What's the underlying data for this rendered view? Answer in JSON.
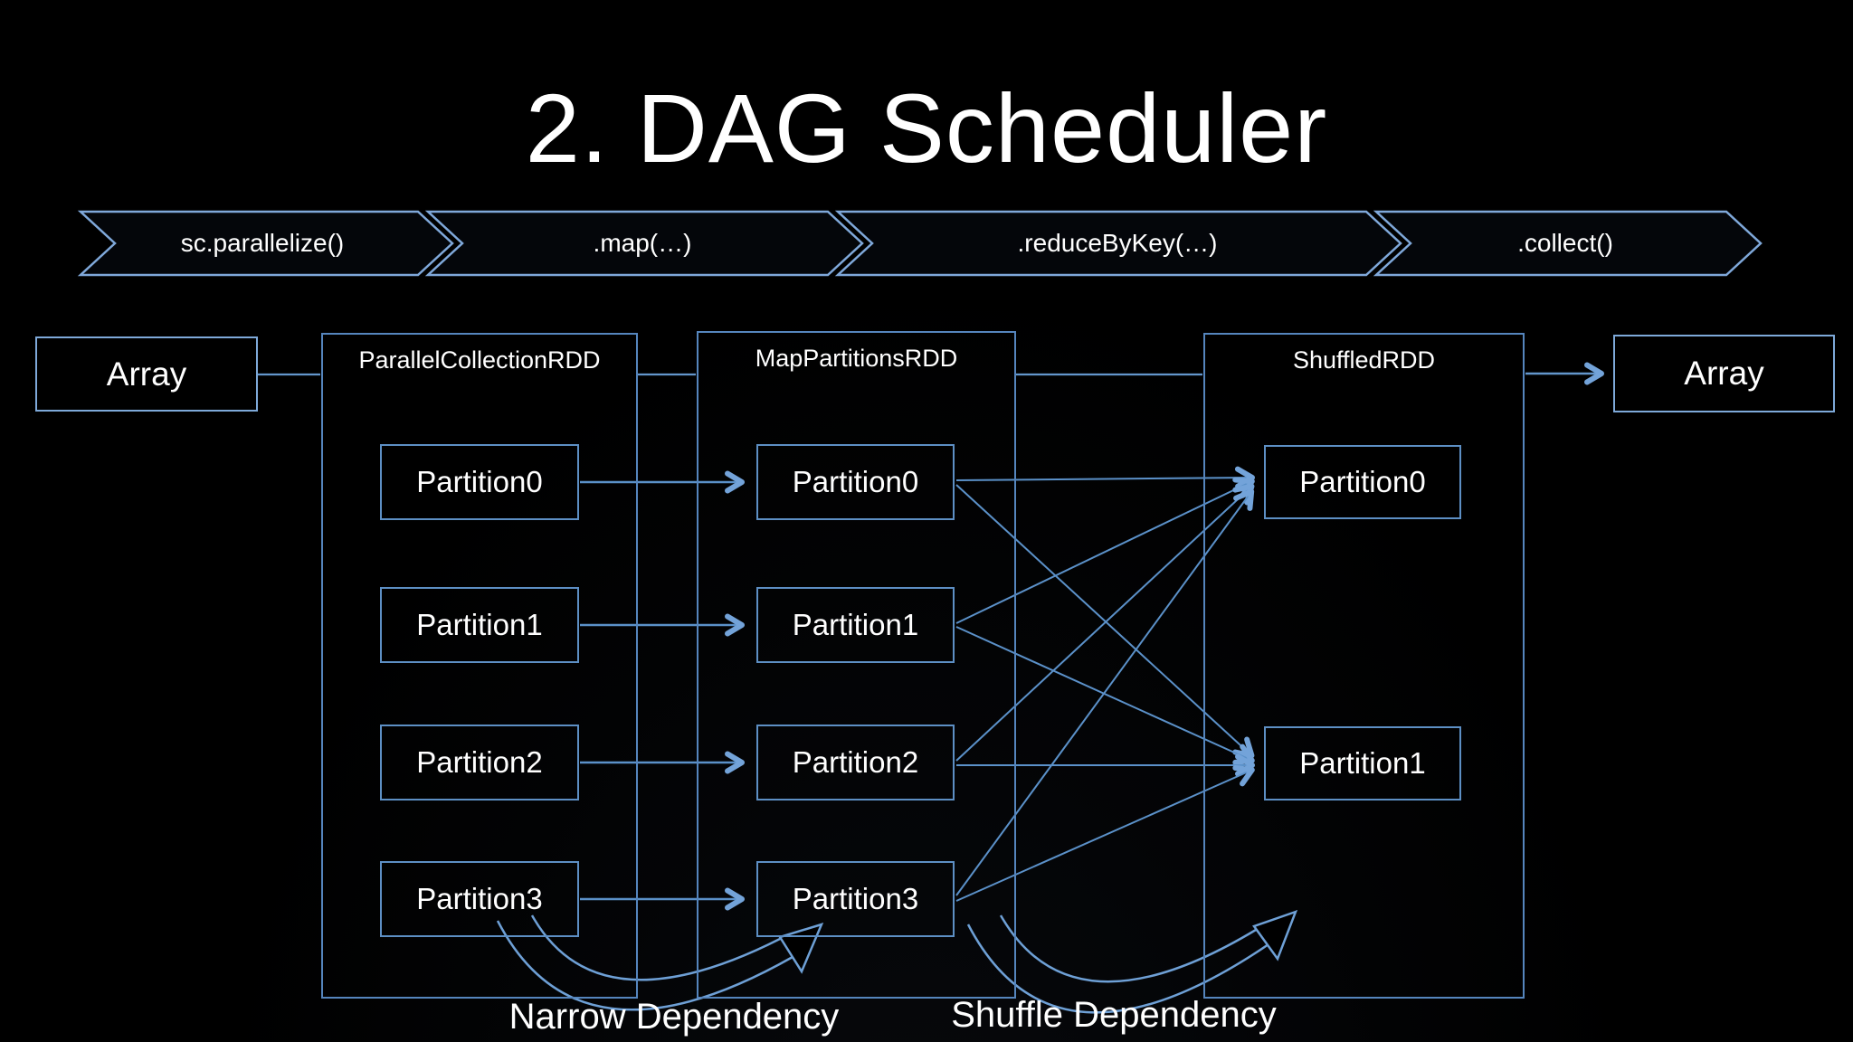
{
  "title": "2. DAG Scheduler",
  "pipeline": {
    "steps": [
      {
        "label": "sc.parallelize()"
      },
      {
        "label": ".map(…)"
      },
      {
        "label": ".reduceByKey(…)"
      },
      {
        "label": ".collect()"
      }
    ]
  },
  "diagram": {
    "input_array": {
      "label": "Array"
    },
    "output_array": {
      "label": "Array"
    },
    "rdds": [
      {
        "name": "ParallelCollectionRDD",
        "partitions": [
          "Partition0",
          "Partition1",
          "Partition2",
          "Partition3"
        ]
      },
      {
        "name": "MapPartitionsRDD",
        "partitions": [
          "Partition0",
          "Partition1",
          "Partition2",
          "Partition3"
        ]
      },
      {
        "name": "ShuffledRDD",
        "partitions": [
          "Partition0",
          "Partition1"
        ]
      }
    ],
    "legend": {
      "narrow": "Narrow Dependency",
      "shuffle": "Shuffle Dependency"
    }
  },
  "colors": {
    "background": "#000000",
    "line": "#5b91c9",
    "arrow_head": "#73a3d9",
    "box_border": "#5585bd",
    "io_border": "#7ea9d9",
    "chevron_border": "#7fa8da",
    "text": "#ffffff"
  }
}
